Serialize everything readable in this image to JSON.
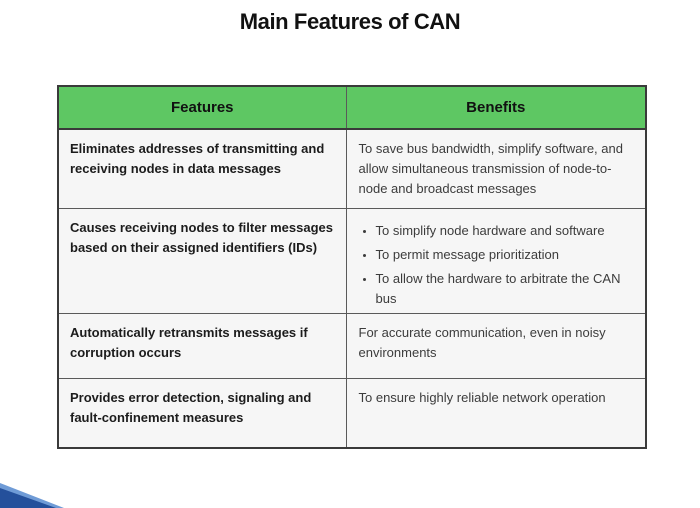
{
  "slide": {
    "title": "Main Features of CAN"
  },
  "table": {
    "headers": [
      "Features",
      "Benefits"
    ],
    "rows": [
      {
        "feature": "Eliminates addresses of transmitting and receiving nodes in data messages",
        "benefit": "To save bus bandwidth, simplify software, and allow simultaneous transmission of node-to-node and broadcast messages"
      },
      {
        "feature": "Causes receiving nodes to filter messages based on their assigned identifiers (IDs)",
        "bullets": [
          "To simplify node hardware and software",
          "To permit message prioritization",
          "To allow the hardware to arbitrate the CAN bus"
        ]
      },
      {
        "feature": "Automatically retransmits messages if corruption occurs",
        "benefit": "For accurate communication, even in noisy environments"
      },
      {
        "feature": "Provides error detection, signaling and fault-confinement measures",
        "benefit": "To ensure highly reliable network operation"
      }
    ]
  },
  "decoration": {
    "bottom_left_ribbon": "blue-corner-ribbon"
  },
  "colors": {
    "header_green": "#5ec763",
    "row_bg": "#f6f6f6",
    "border_dark": "#3a3a3a",
    "border_mid": "#5a5a5a",
    "title_text": "#111111",
    "feature_text": "#1c1c1c",
    "benefit_text": "#3c3c3c",
    "ribbon_dark": "#24509b",
    "ribbon_light": "#6f9bd6"
  }
}
